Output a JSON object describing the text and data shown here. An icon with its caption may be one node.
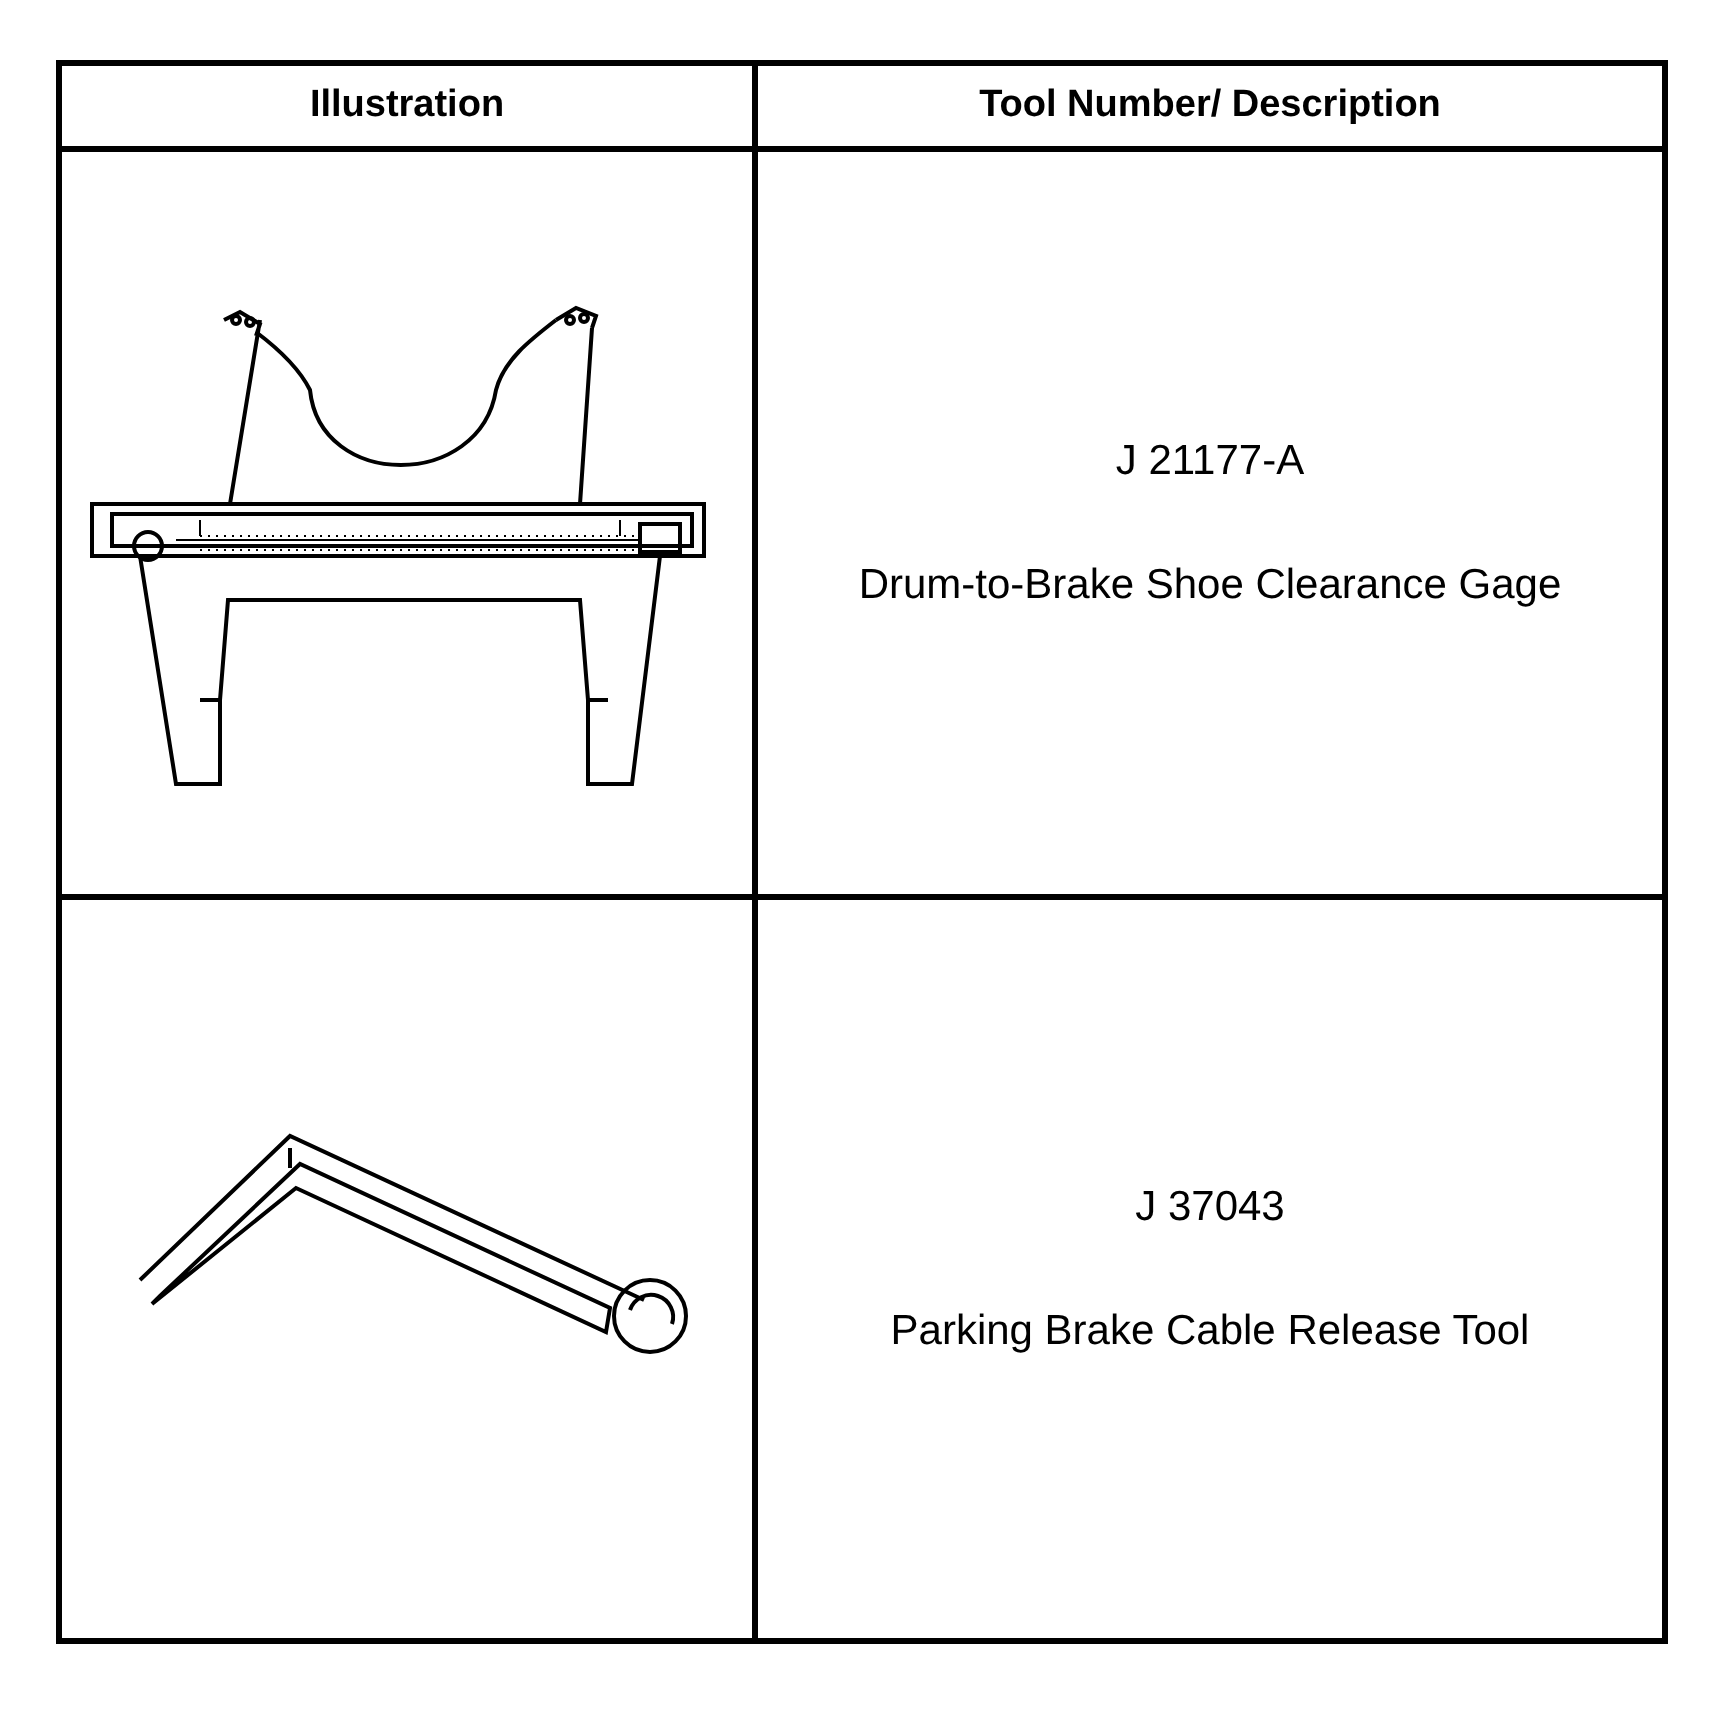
{
  "diagram": {
    "labels": [
      "Illustration",
      "Tool Number/ Description",
      "J 21177-A",
      "Drum-to-Brake Shoe Clearance Gage",
      "J 37043",
      "Parking Brake Cable Release Tool"
    ]
  }
}
